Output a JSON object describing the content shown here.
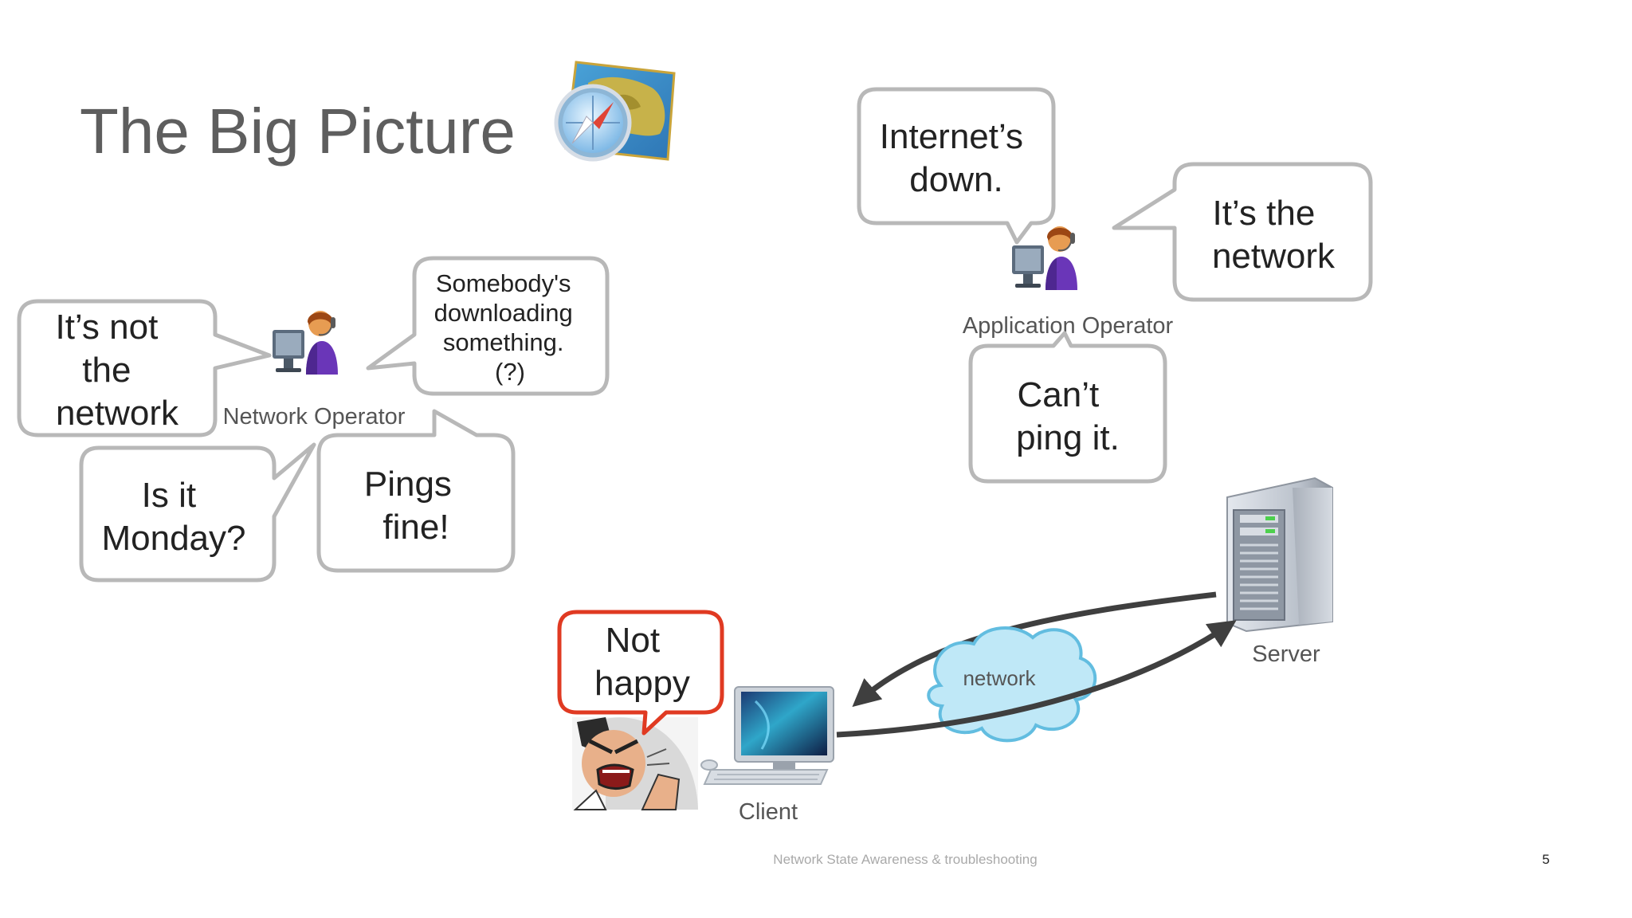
{
  "slide": {
    "title": "The Big Picture",
    "footer": "Network State Awareness & troubleshooting",
    "page_number": "5",
    "title_icon": "map-compass-icon"
  },
  "network_operator": {
    "label": "Network Operator",
    "icon": "operator-at-computer-icon",
    "bubbles": [
      [
        "It’s not",
        "the",
        "network"
      ],
      [
        "Somebody's",
        "downloading",
        "something.",
        "(?)"
      ],
      [
        "Is it",
        "Monday?"
      ],
      [
        "Pings",
        "fine!"
      ]
    ]
  },
  "application_operator": {
    "label": "Application Operator",
    "icon": "operator-at-computer-icon",
    "bubbles": [
      [
        "Internet’s",
        "down."
      ],
      [
        "It’s the",
        "network"
      ],
      [
        "Can’t",
        "ping it."
      ]
    ]
  },
  "client": {
    "label": "Client",
    "icon": "desktop-computer-icon",
    "bubble": [
      "Not",
      "happy"
    ],
    "user_icon": "angry-user-icon"
  },
  "server": {
    "label": "Server",
    "icon": "server-tower-icon"
  },
  "network": {
    "label": "network",
    "icon": "cloud-icon"
  },
  "colors": {
    "bubble_border": "#b8b8b8",
    "alert_border": "#e03a22",
    "cloud_fill": "#bfe8f7",
    "cloud_stroke": "#62bde0",
    "arrow": "#3f3f3f",
    "title": "#5e5e5e",
    "label": "#555555"
  }
}
